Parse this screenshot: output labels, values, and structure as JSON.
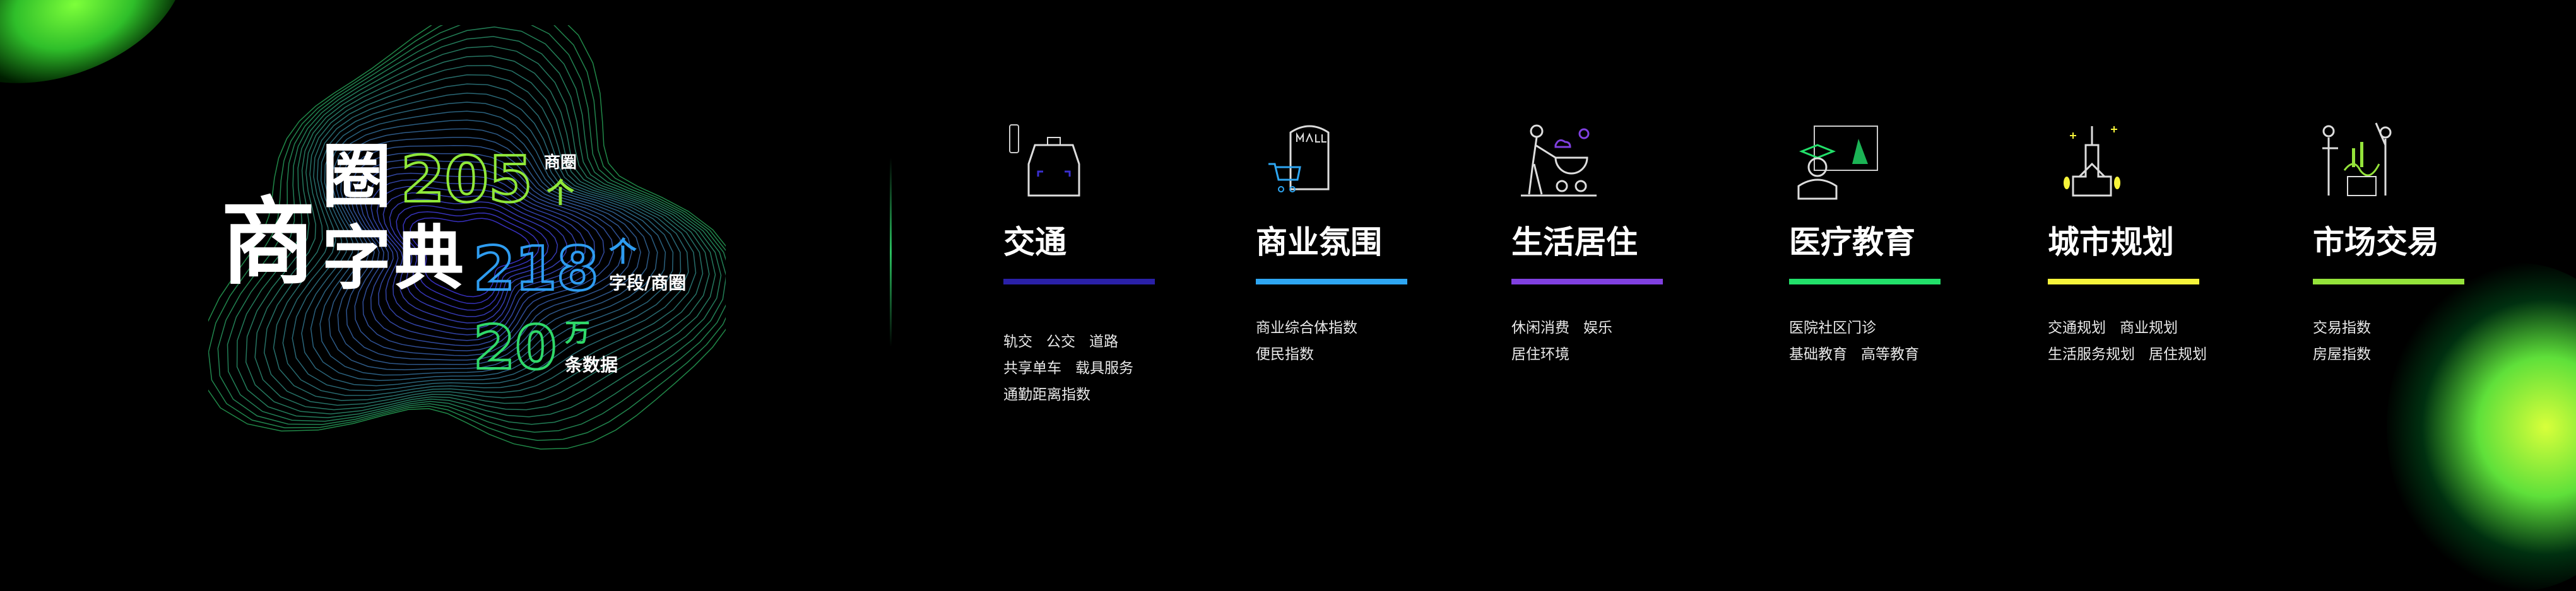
{
  "logo": {
    "title_chars": [
      "商",
      "圈",
      "字",
      "典"
    ],
    "stats": [
      {
        "value": "205",
        "unit": "个",
        "label": "商圈",
        "color": "#8fe83a"
      },
      {
        "value": "218",
        "unit": "个",
        "label": "字段/商圈",
        "color": "#2e9cf0"
      },
      {
        "value": "20",
        "unit": "万",
        "label": "条数据",
        "color": "#2fd86a"
      }
    ]
  },
  "categories": [
    {
      "title": "交通",
      "color": "#2a20a8",
      "icon": "taxi-icon",
      "items": [
        [
          "轨交",
          "公交",
          "道路"
        ],
        [
          "共享单车",
          "载具服务"
        ],
        [
          "通勤距离指数"
        ]
      ]
    },
    {
      "title": "商业氛围",
      "color": "#2ea6f2",
      "icon": "mall-icon",
      "items": [
        [
          "商业综合体指数"
        ],
        [
          "便民指数"
        ]
      ]
    },
    {
      "title": "生活居住",
      "color": "#8040e0",
      "icon": "stroller-icon",
      "items": [
        [
          "休闲消费",
          "娱乐"
        ],
        [
          "居住环境"
        ]
      ]
    },
    {
      "title": "医疗教育",
      "color": "#22e06a",
      "icon": "graduate-icon",
      "items": [
        [
          "医院社区门诊"
        ],
        [
          "基础教育",
          "高等教育"
        ]
      ]
    },
    {
      "title": "城市规划",
      "color": "#f6f43a",
      "icon": "city-icon",
      "items": [
        [
          "交通规划",
          "商业规划"
        ],
        [
          "生活服务规划",
          "居住规划"
        ]
      ]
    },
    {
      "title": "市场交易",
      "color": "#94e33a",
      "icon": "market-icon",
      "items": [
        [
          "交易指数"
        ],
        [
          "房屋指数"
        ]
      ]
    }
  ]
}
